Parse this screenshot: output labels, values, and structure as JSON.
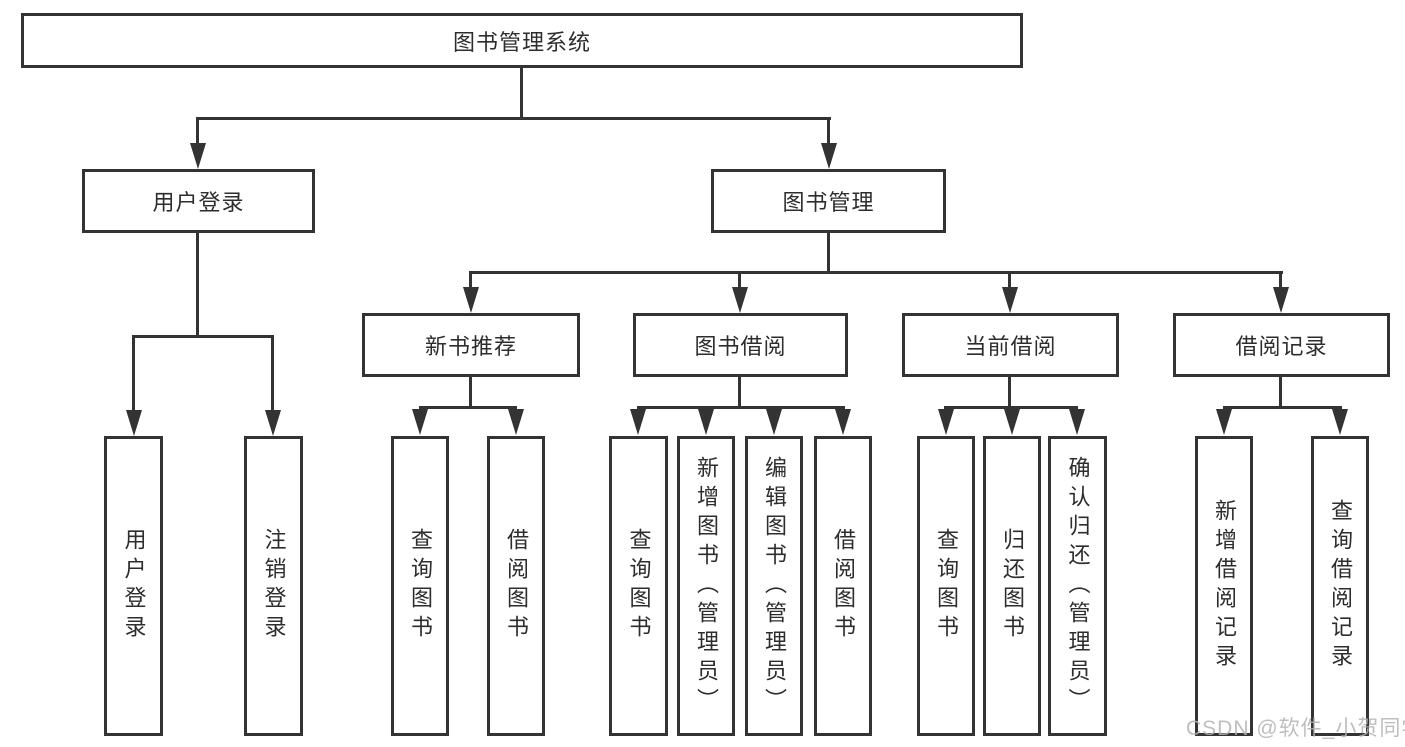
{
  "tree": {
    "root": {
      "label": "图书管理系统",
      "children": [
        {
          "label": "用户登录",
          "children": [
            {
              "label": "用户登录"
            },
            {
              "label": "注销登录"
            }
          ]
        },
        {
          "label": "图书管理",
          "children": [
            {
              "label": "新书推荐",
              "children": [
                {
                  "label": "查询图书"
                },
                {
                  "label": "借阅图书"
                }
              ]
            },
            {
              "label": "图书借阅",
              "children": [
                {
                  "label": "查询图书"
                },
                {
                  "label": "新增图书（管理员）"
                },
                {
                  "label": "编辑图书（管理员）"
                },
                {
                  "label": "借阅图书"
                }
              ]
            },
            {
              "label": "当前借阅",
              "children": [
                {
                  "label": "查询图书"
                },
                {
                  "label": "归还图书"
                },
                {
                  "label": "确认归还（管理员）"
                }
              ]
            },
            {
              "label": "借阅记录",
              "children": [
                {
                  "label": "新增借阅记录"
                },
                {
                  "label": "查询借阅记录"
                }
              ]
            }
          ]
        }
      ]
    }
  },
  "watermark": {
    "text": "CSDN @软件_小贺同学"
  },
  "colors": {
    "line": "#333333",
    "text": "#2d2d2d",
    "background": "#ffffff",
    "watermark": "#b3b3b3"
  }
}
